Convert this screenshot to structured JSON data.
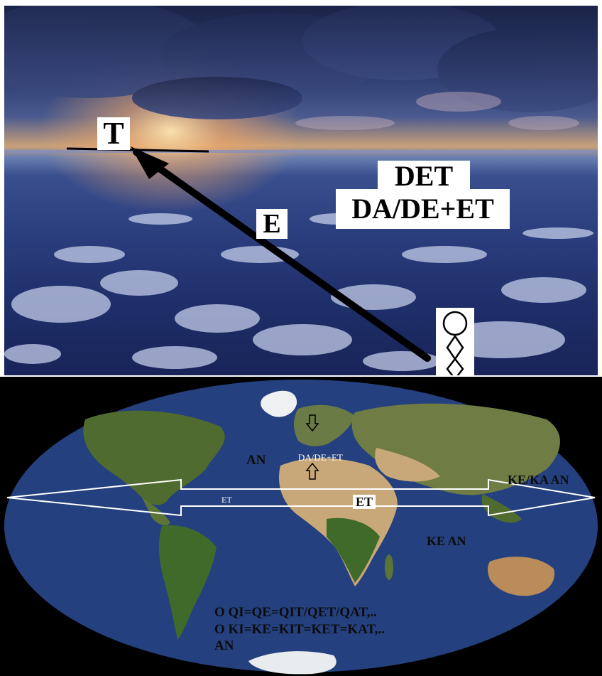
{
  "top_panel": {
    "label_t": "T",
    "label_e": "E",
    "label_det": "DET",
    "label_dadeet": "DA/DE+ET",
    "figure_icon": "stick-figure-icon"
  },
  "bottom_panel": {
    "label_an_top": "AN",
    "label_da_de_et": "DA/DE+ET",
    "label_ke_ka_an": "KE/KA AN",
    "label_et_small": "ET",
    "label_et_big": "ET",
    "label_ke_an": "KE AN",
    "line_o_qi": "O QI=QE=QIT/QET/QAT,..",
    "line_o_ki": "O KI=KE=KIT=KET=KAT,..",
    "label_an_bottom": "AN"
  },
  "colors": {
    "ocean": "#24407e",
    "land_green": "#4f6b2f",
    "land_desert": "#c8a878",
    "arrow": "#000000",
    "outline": "#ffffff"
  }
}
